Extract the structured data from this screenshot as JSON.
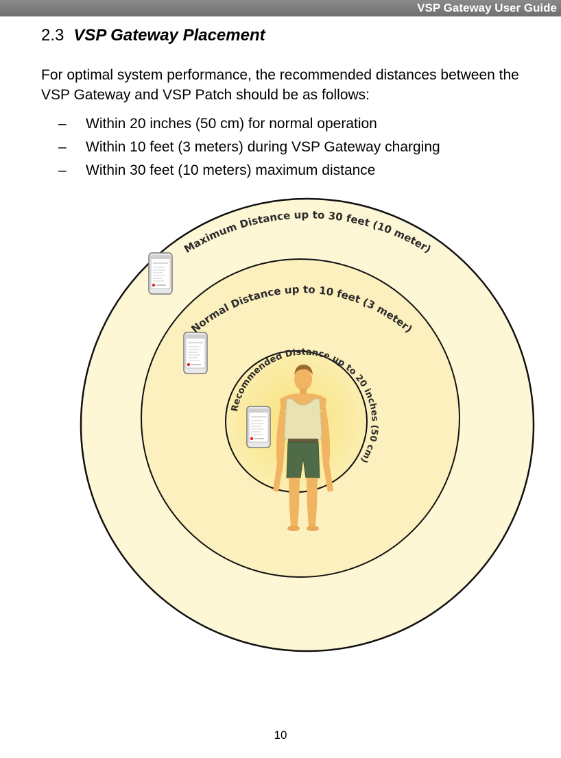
{
  "header": {
    "title": "VSP Gateway User Guide"
  },
  "section": {
    "number": "2.3",
    "title": "VSP Gateway Placement"
  },
  "intro": "For optimal system performance, the recommended distances between the VSP Gateway and VSP Patch should be as follows:",
  "bullets": [
    {
      "dash": "–",
      "text": "Within 20 inches (50 cm) for normal operation"
    },
    {
      "dash": "–",
      "text": "Within 10 feet (3 meters) during VSP Gateway charging"
    },
    {
      "dash": "–",
      "text": "Within 30 feet (10 meters) maximum distance"
    }
  ],
  "diagram": {
    "outer_label": "Maximum Distance up to 30 feet (10 meter)",
    "middle_label": "Normal Distance up to 10 feet (3 meter)",
    "inner_label": "Recommended Distance up to 20 inches (50 cm)",
    "colors": {
      "outer": "#fdf7d6",
      "middle": "#fcf0bf",
      "inner": "#faea9a",
      "shirt": "#e9e3b3",
      "shorts": "#4f6b47",
      "skin": "#f0b463"
    }
  },
  "page_number": "10"
}
